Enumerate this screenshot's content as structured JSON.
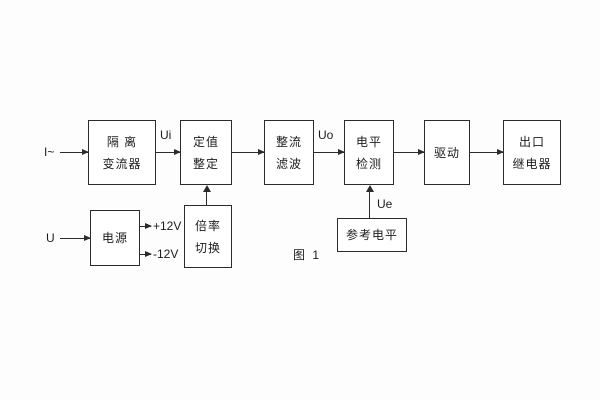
{
  "figure": {
    "caption": "图 1"
  },
  "labels": {
    "input_current": "I~",
    "input_voltage": "U",
    "ui": "Ui",
    "uo": "Uo",
    "ue": "Ue",
    "plus_12v": "+12V",
    "minus_12v": "-12V"
  },
  "blocks": {
    "isolator": {
      "line1": "隔 离",
      "line2": "变流器"
    },
    "setting": {
      "line1": "定值",
      "line2": "整定"
    },
    "rectifier_filter": {
      "line1": "整流",
      "line2": "滤波"
    },
    "level_detector": {
      "line1": "电平",
      "line2": "检测"
    },
    "driver": {
      "line1": "驱动"
    },
    "output_relay": {
      "line1": "出口",
      "line2": "继电器"
    },
    "power_supply": {
      "line1": "电源"
    },
    "ratio_switch": {
      "line1": "倍率",
      "line2": "切换"
    },
    "reference_level": {
      "line1": "参考电平"
    }
  }
}
